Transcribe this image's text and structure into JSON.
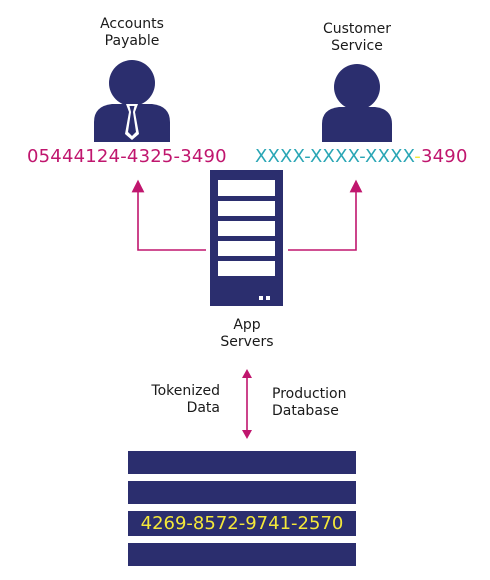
{
  "people": {
    "accounts_payable": {
      "label_line1": "Accounts",
      "label_line2": "Payable",
      "icon": "person-with-tie-icon"
    },
    "customer_service": {
      "label_line1": "Customer",
      "label_line2": "Service",
      "icon": "person-icon"
    }
  },
  "card_numbers": {
    "full": "05444124-4325-3490",
    "masked_part1": "XXXX-XXXX-XXXX",
    "masked_separator": "-",
    "masked_last4": "3490"
  },
  "server": {
    "label_line1": "App",
    "label_line2": "Servers",
    "icon": "server-rack-icon"
  },
  "flow": {
    "left_line1": "Tokenized",
    "left_line2": "Data",
    "right_line1": "Production",
    "right_line2": "Database"
  },
  "database": {
    "token": "4269-8572-9741-2570",
    "icon": "database-table-icon"
  },
  "colors": {
    "navy": "#2b2e6e",
    "magenta": "#c0166e",
    "teal": "#2aa6b5",
    "yellow": "#f4e83a"
  }
}
